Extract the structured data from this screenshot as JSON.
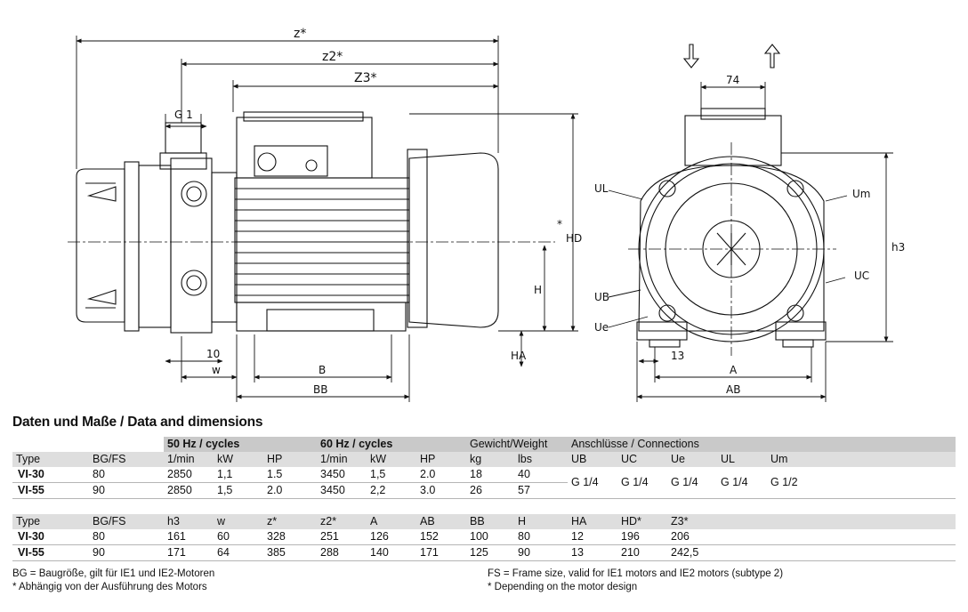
{
  "drawing": {
    "dims_top": [
      "z*",
      "z2*",
      "Z3*",
      "74"
    ],
    "labels_side": [
      "G 1",
      "10",
      "w",
      "B",
      "BB",
      "H",
      "HA",
      "HD",
      "*"
    ],
    "labels_front": [
      "UL",
      "Um",
      "UB",
      "UC",
      "Ue",
      "13",
      "A",
      "AB",
      "h3"
    ]
  },
  "section_title": "Daten und Maße / Data and dimensions",
  "table1": {
    "group_headers": [
      "50 Hz / cycles",
      "60 Hz / cycles",
      "Gewicht/Weight",
      "Anschlüsse / Connections"
    ],
    "columns": [
      "Type",
      "BG/FS",
      "1/min",
      "kW",
      "HP",
      "1/min",
      "kW",
      "HP",
      "kg",
      "lbs",
      "UB",
      "UC",
      "Ue",
      "UL",
      "Um"
    ],
    "rows": [
      [
        "VI-30",
        "80",
        "2850",
        "1,1",
        "1.5",
        "3450",
        "1,5",
        "2.0",
        "18",
        "40"
      ],
      [
        "VI-55",
        "90",
        "2850",
        "1,5",
        "2.0",
        "3450",
        "2,2",
        "3.0",
        "26",
        "57"
      ]
    ],
    "connections": [
      "G 1/4",
      "G 1/4",
      "G 1/4",
      "G 1/4",
      "G 1/2"
    ]
  },
  "table2": {
    "columns": [
      "Type",
      "BG/FS",
      "h3",
      "w",
      "z*",
      "z2*",
      "A",
      "AB",
      "BB",
      "H",
      "HA",
      "HD*",
      "Z3*"
    ],
    "rows": [
      [
        "VI-30",
        "80",
        "161",
        "60",
        "328",
        "251",
        "126",
        "152",
        "100",
        "80",
        "12",
        "196",
        "206"
      ],
      [
        "VI-55",
        "90",
        "171",
        "64",
        "385",
        "288",
        "140",
        "171",
        "125",
        "90",
        "13",
        "210",
        "242,5"
      ]
    ]
  },
  "footnotes": {
    "left": [
      "BG = Baugröße, gilt für IE1 und IE2-Motoren",
      "* Abhängig von der Ausführung des Motors"
    ],
    "right": [
      "FS = Frame size, valid for IE1 motors and IE2 motors (subtype 2)",
      "* Depending on the motor design"
    ]
  }
}
